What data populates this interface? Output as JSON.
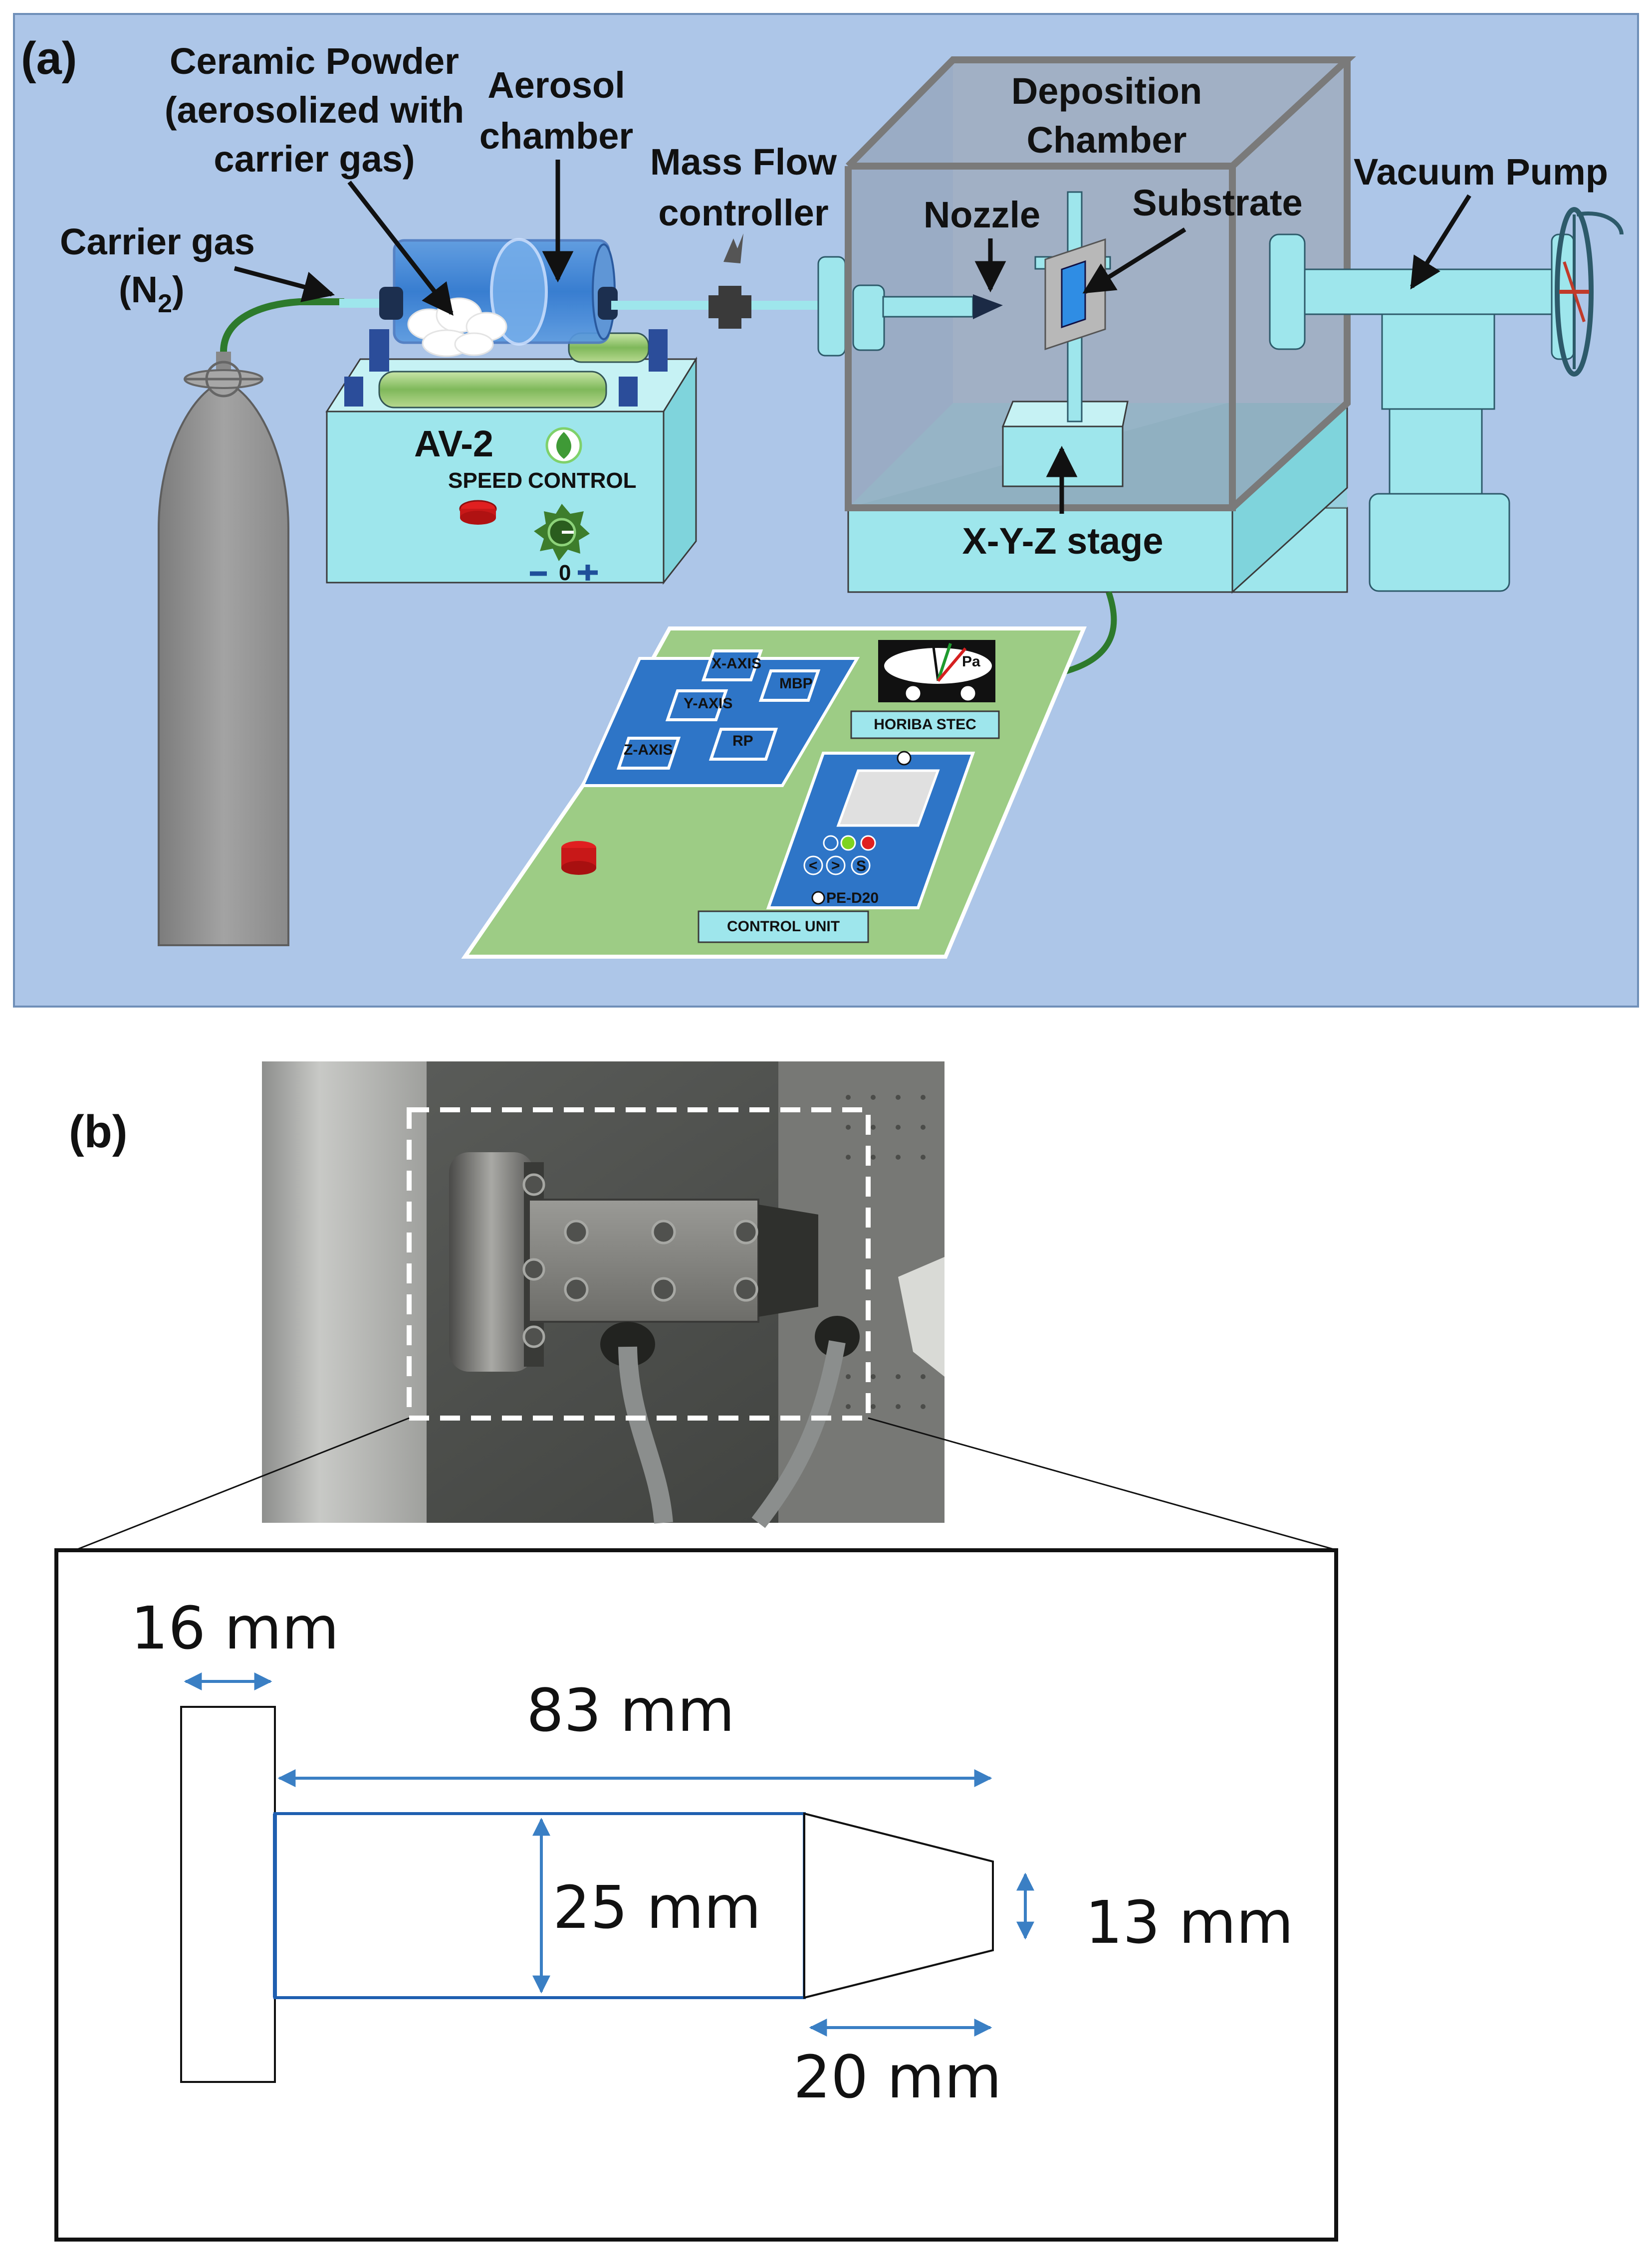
{
  "panel_a": {
    "tag": "(a)",
    "labels": {
      "ceramic_powder_1": "Ceramic Powder",
      "ceramic_powder_2": "(aerosolized with",
      "ceramic_powder_3": "carrier gas)",
      "aerosol_1": "Aerosol",
      "aerosol_2": "chamber",
      "mfc_1": "Mass Flow",
      "mfc_2": "controller",
      "deposition_1": "Deposition",
      "deposition_2": "Chamber",
      "nozzle": "Nozzle",
      "substrate": "Substrate",
      "vacuum_pump": "Vacuum Pump",
      "carrier_gas_1": "Carrier gas",
      "carrier_gas_2": "(N",
      "carrier_gas_sub": "2",
      "carrier_gas_3": ")",
      "xyz_stage": "X-Y-Z stage"
    },
    "aerosol_unit": {
      "model": "AV-2",
      "speed": "SPEED",
      "control": "CONTROL",
      "dial_zero": "0"
    },
    "control_unit": {
      "x_axis": "X-AXIS",
      "y_axis": "Y-AXIS",
      "z_axis": "Z-AXIS",
      "mbp": "MBP",
      "rp": "RP",
      "gauge_unit": "Pa",
      "horiba": "HORIBA STEC",
      "pe_d20": "PE-D20",
      "btn_left": "<",
      "btn_right": ">",
      "btn_s": "S",
      "title": "CONTROL UNIT"
    },
    "colors": {
      "background": "#adc6e8",
      "cyan_parts": "#9ee6ec",
      "chamber_frame": "#7a7a7a",
      "green_board": "#9dcc85",
      "blue_panel": "#2e75c7"
    }
  },
  "panel_b": {
    "tag": "(b)",
    "dimensions": {
      "flange_width": "16 mm",
      "total_length": "83 mm",
      "body_diameter": "25 mm",
      "tip_diameter": "13 mm",
      "tip_length": "20 mm"
    },
    "colors": {
      "dimension_arrows": "#3a7fc4",
      "photo_highlight": "#ffffff"
    }
  }
}
